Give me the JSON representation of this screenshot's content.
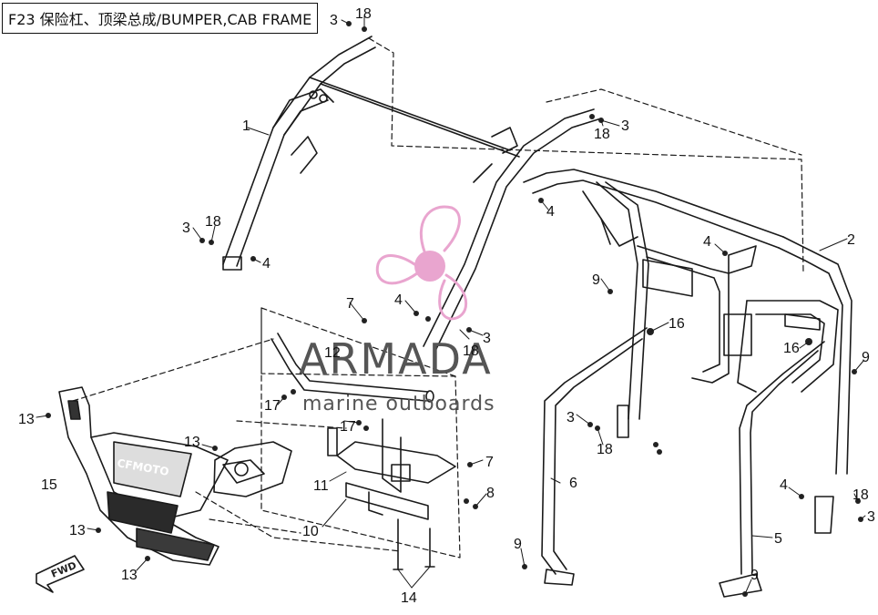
{
  "title": "F23 保险杠、顶梁总成/BUMPER,CAB FRAME",
  "watermark": {
    "name": "ARMADA",
    "tagline": "marine outboards",
    "logo_color": "#e9a5cf"
  },
  "direction_arrow": "FWD",
  "grille_brand": "CFMOTO",
  "callouts": [
    "3",
    "18",
    "1",
    "3",
    "18",
    "4",
    "4",
    "18",
    "3",
    "4",
    "2",
    "9",
    "16",
    "7",
    "4",
    "18",
    "3",
    "12",
    "16",
    "9",
    "17",
    "17",
    "13",
    "13",
    "15",
    "11",
    "3",
    "18",
    "6",
    "7",
    "8",
    "10",
    "13",
    "13",
    "14",
    "9",
    "4",
    "18",
    "3",
    "5",
    "9"
  ]
}
